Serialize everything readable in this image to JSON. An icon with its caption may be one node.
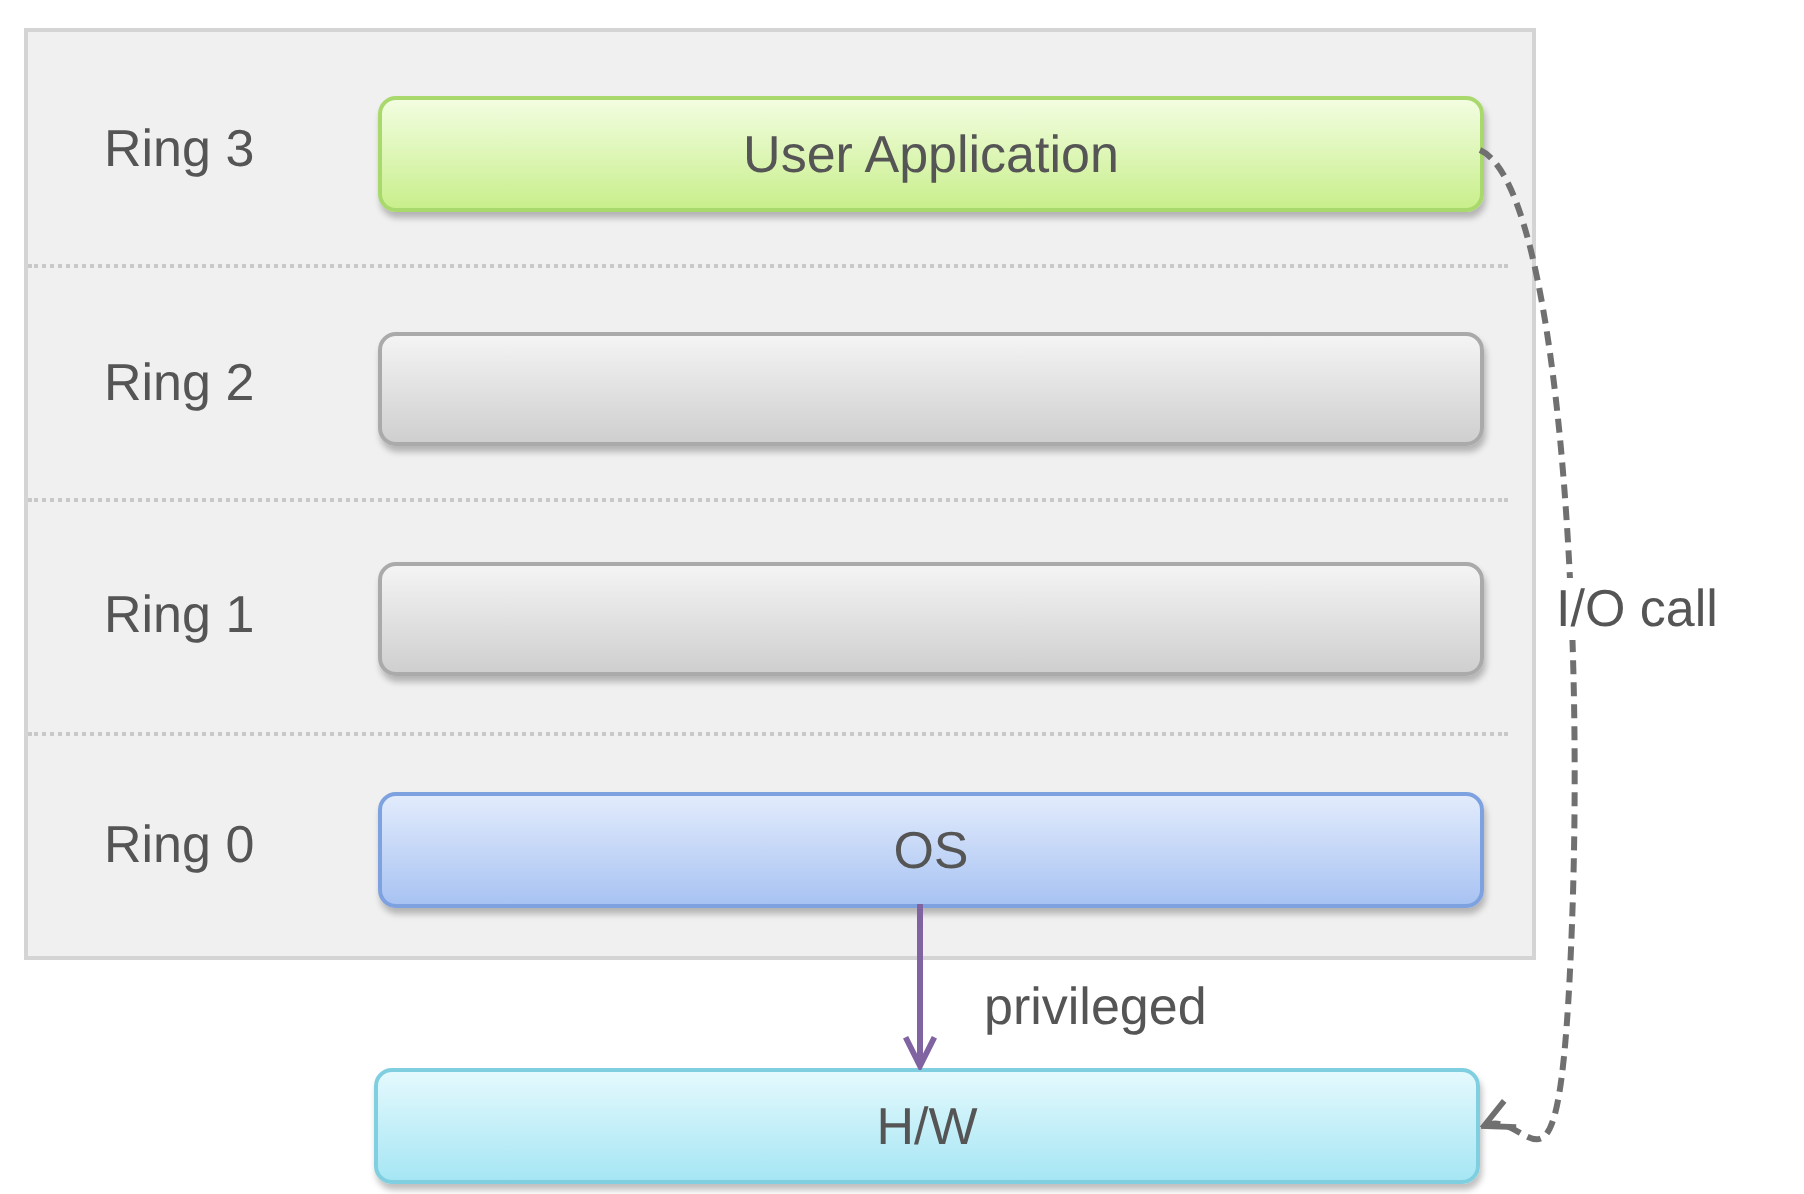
{
  "diagram": {
    "nodes": [
      {
        "text": [],
        "shape": "box"
      },
      {
        "text": [
          "User Application"
        ],
        "in": 0
      },
      {
        "text": [],
        "shape": "box",
        "in": 0
      },
      {
        "text": [],
        "shape": "box",
        "in": 0
      },
      {
        "text": [
          "OS"
        ],
        "in": 0
      },
      {
        "text": [
          "H/W"
        ]
      }
    ],
    "edges": [
      {
        "from": 1,
        "to": 5,
        "arrow": "to",
        "label": "I/O call",
        "style": "dashed",
        "color": "#707070"
      },
      {
        "from": 4,
        "to": 5,
        "arrow": "to",
        "label": "privileged",
        "color": "#8064a2"
      }
    ],
    "labels": [
      "Ring 3",
      "Ring 2",
      "Ring 1",
      "Ring 0"
    ]
  }
}
